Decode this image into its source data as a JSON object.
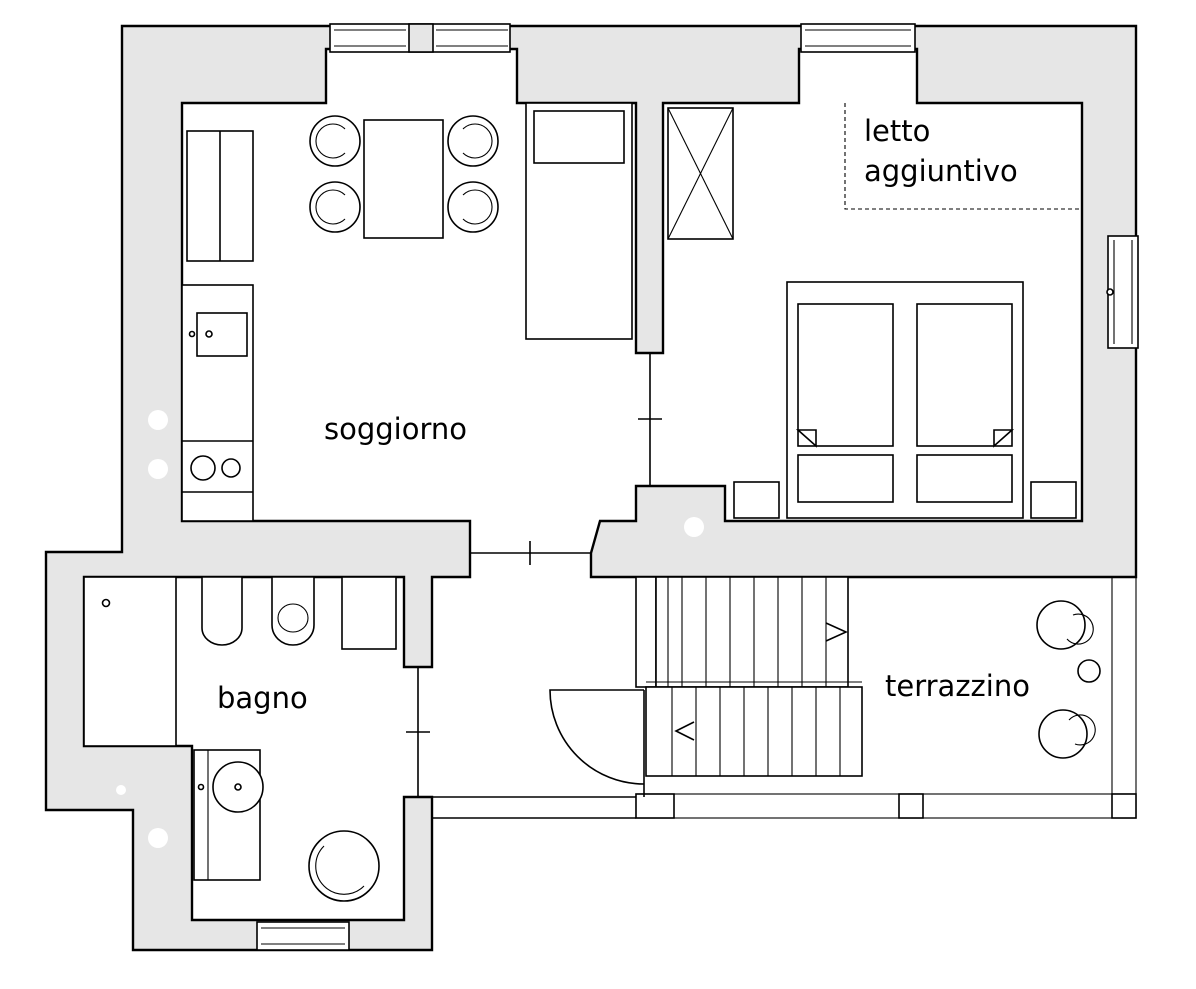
{
  "colors": {
    "wall_fill": "#e6e6e6",
    "line": "#000000",
    "background": "#ffffff"
  },
  "rooms": {
    "living": "soggiorno",
    "extra_bed_line1": "letto",
    "extra_bed_line2": "aggiuntivo",
    "bathroom": "bagno",
    "terrace": "terrazzino"
  }
}
